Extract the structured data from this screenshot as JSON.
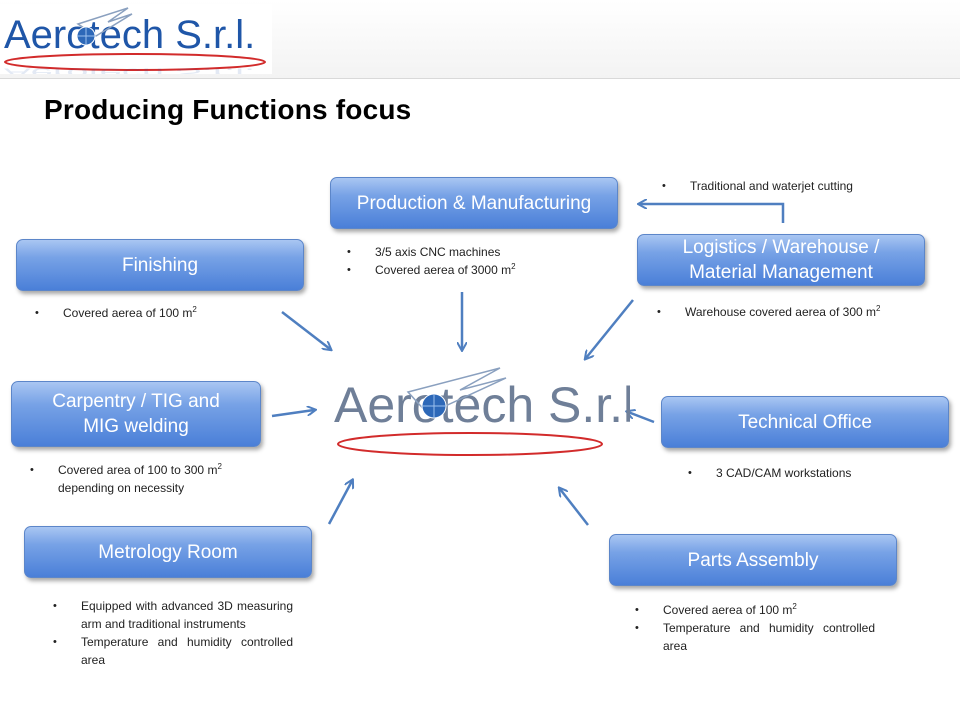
{
  "header": {
    "logo": {
      "brand": "Aerotech S.r.l."
    }
  },
  "page": {
    "title": "Producing Functions focus"
  },
  "center_logo": {
    "brand": "Aerotech S.r.l."
  },
  "units": {
    "square_meter_suffix": "2"
  },
  "nodes": {
    "production": {
      "label": "Production & Manufacturing",
      "bullets": [
        "3/5 axis CNC machines",
        "Covered  aerea of 3000 m"
      ],
      "bullets_sup": [
        false,
        true
      ]
    },
    "finishing": {
      "label": "Finishing",
      "bullets": [
        "Covered  aerea of 100 m"
      ],
      "bullets_sup": [
        true
      ]
    },
    "logistics": {
      "label_line1": "Logistics / Warehouse /",
      "label_line2": "Material Management",
      "note": "Traditional  and waterjet cutting",
      "bullets": [
        "Warehouse covered  aerea  of 300 m"
      ],
      "bullets_sup": [
        true
      ]
    },
    "carpentry": {
      "label_line1": "Carpentry / TIG and",
      "label_line2": "MIG welding",
      "bullet_line1": "Covered  area  of  100  to  300  m",
      "bullet_line2": "depending on necessity"
    },
    "technical_office": {
      "label": "Technical Office",
      "bullets": [
        "3 CAD/CAM workstations"
      ],
      "bullets_sup": [
        false
      ]
    },
    "metrology": {
      "label": "Metrology Room",
      "bullets": [
        "Equipped  with  advanced  3D measuring  arm  and  traditional instruments",
        "Temperature  and  humidity controlled area"
      ],
      "bullets_sup": [
        false,
        false
      ]
    },
    "assembly": {
      "label": "Parts Assembly",
      "bullets": [
        "Covered  aerea of 100 m",
        "Temperature  and  humidity controlled area"
      ],
      "bullets_sup": [
        true,
        false
      ]
    }
  },
  "colors": {
    "box_top": "#a9c6f2",
    "box_bottom": "#4a7fd8",
    "arrow": "#4f7fc0",
    "logo_text": "#6f7f98",
    "logo_blue": "#1f56a8",
    "logo_ring": "#d22b2b"
  },
  "icons": {
    "globe": "globe-icon",
    "airplane": "airplane-icon",
    "bullet": "bullet-icon"
  }
}
